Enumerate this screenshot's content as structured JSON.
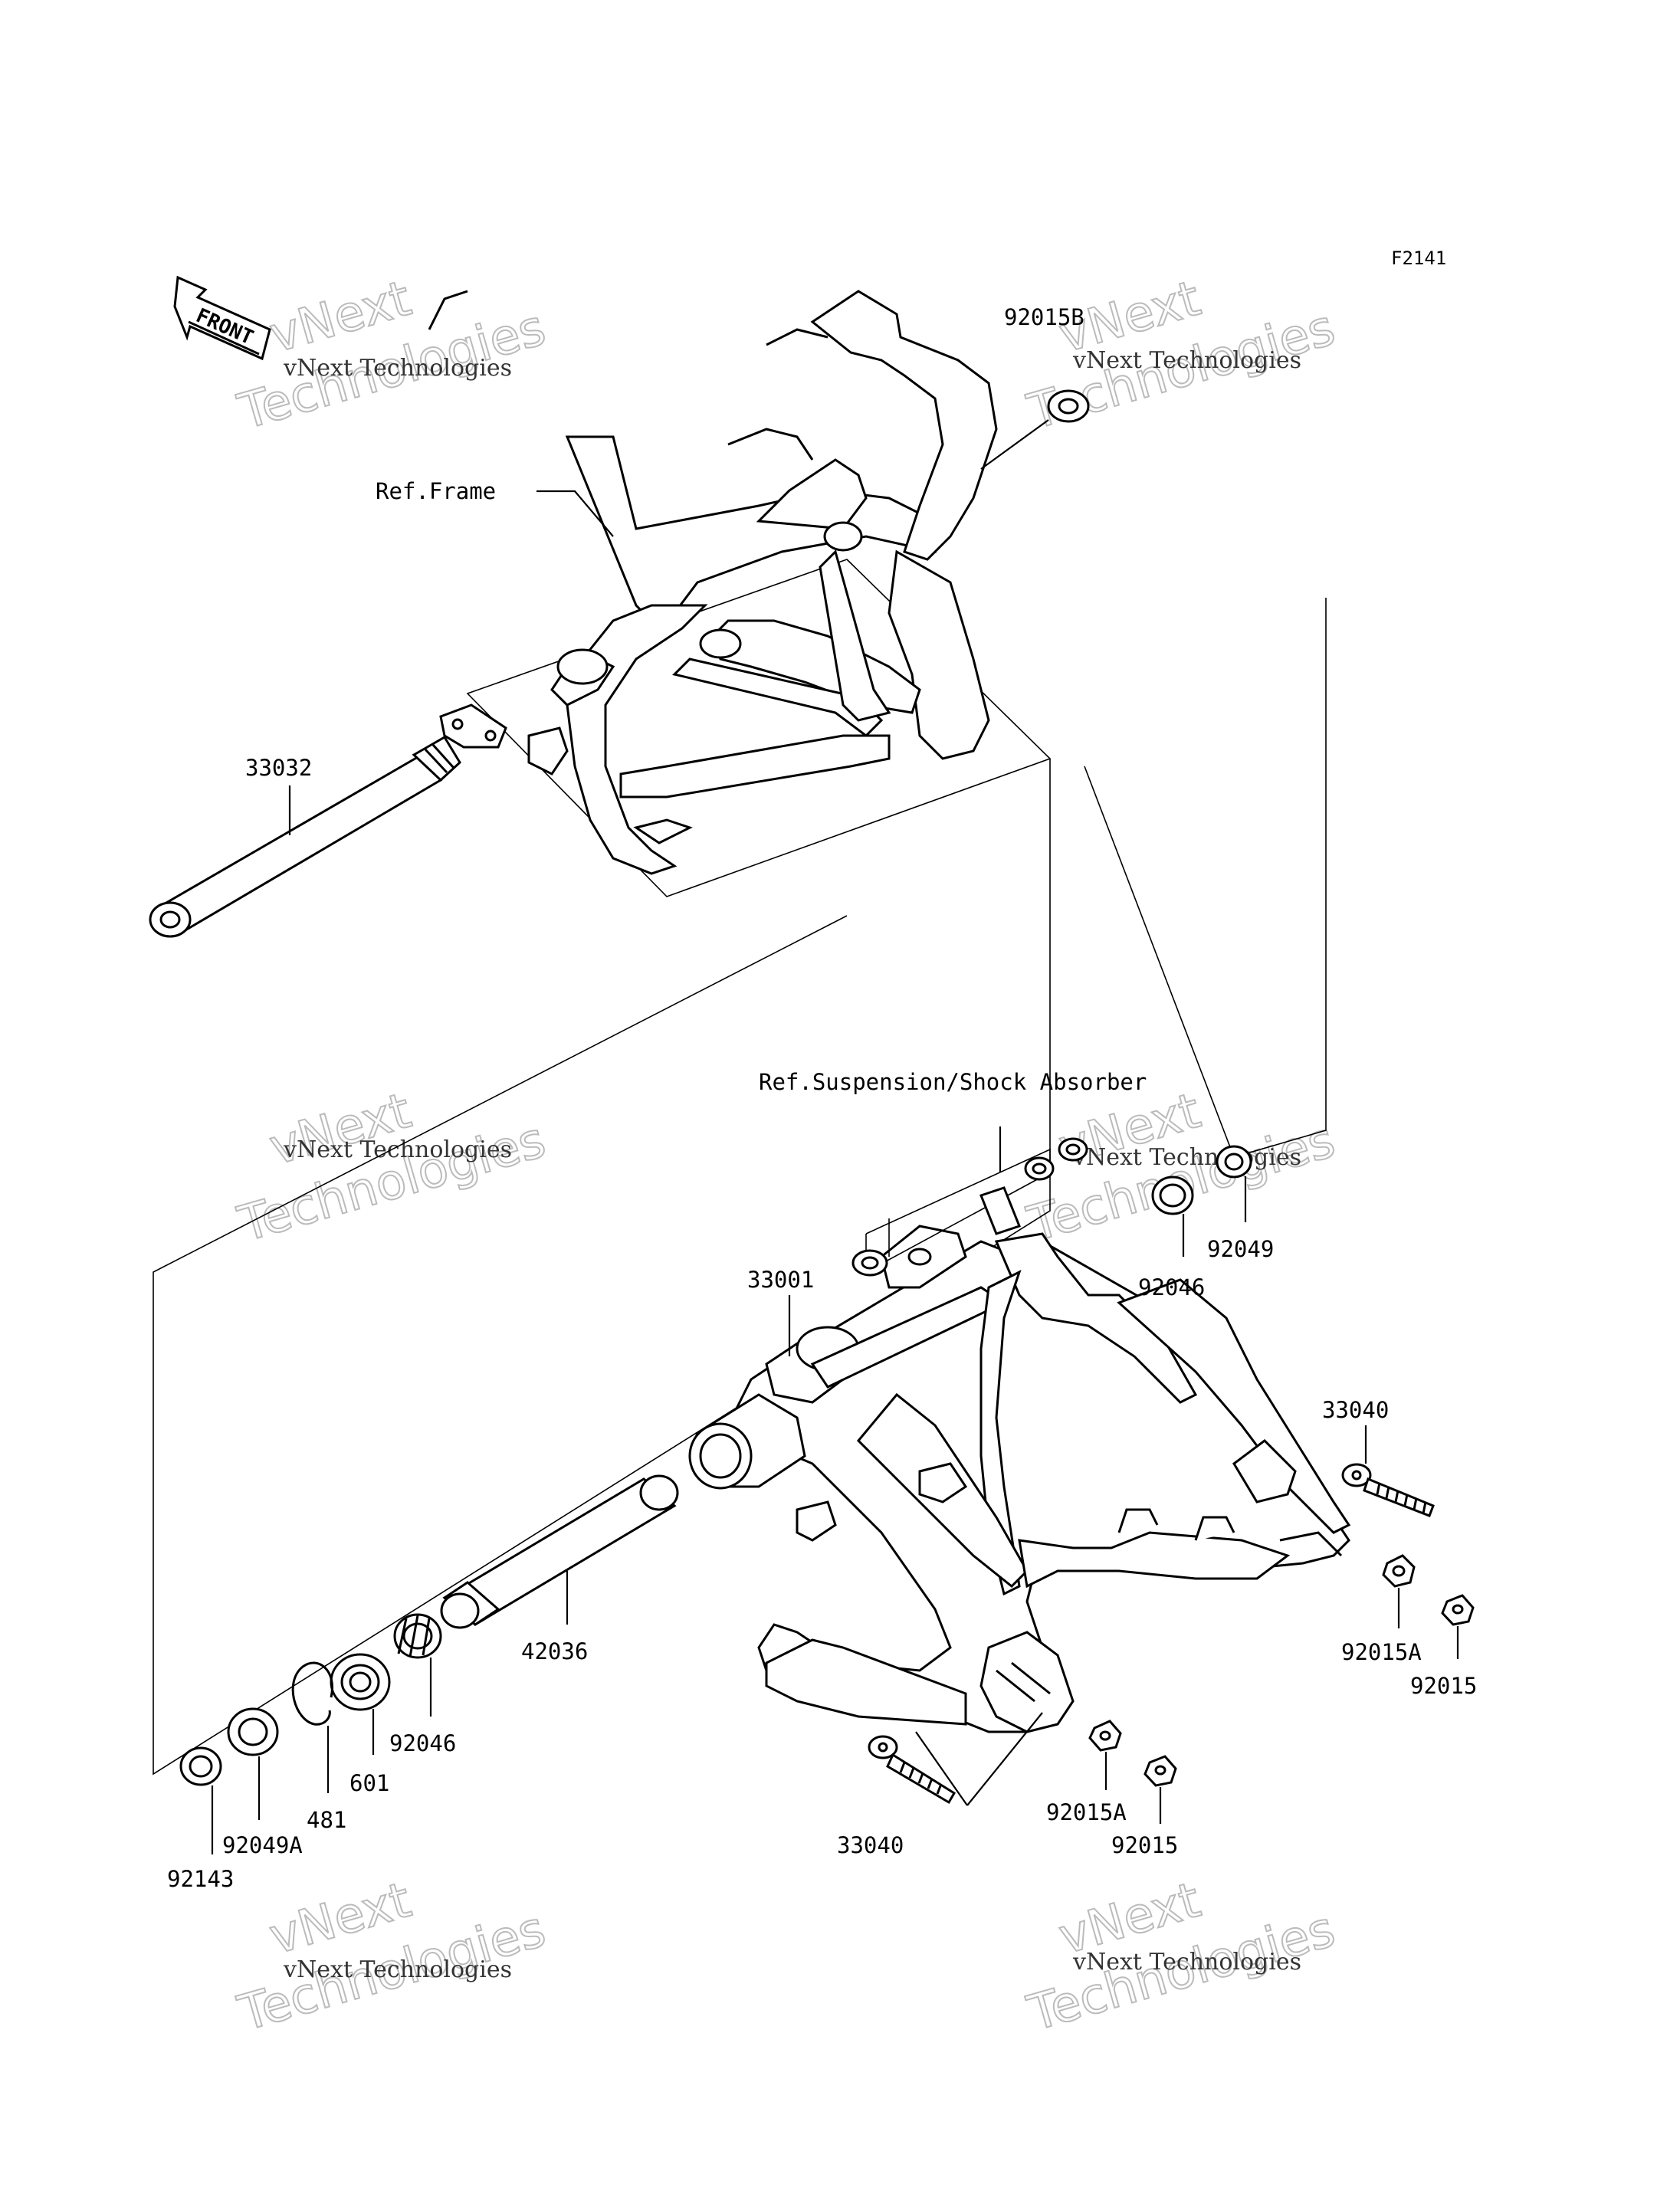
{
  "figure_code": "F2141",
  "front_label": "FRONT",
  "refs": {
    "frame": "Ref.Frame",
    "suspension": "Ref.Suspension/Shock Absorber"
  },
  "parts": {
    "p92015B": "92015B",
    "p33032": "33032",
    "p33001": "33001",
    "p92046_top": "92046",
    "p92049": "92049",
    "p33040_right": "33040",
    "p92015A_right": "92015A",
    "p92015_right": "92015",
    "p42036": "42036",
    "p92046_bottom": "92046",
    "p601": "601",
    "p481": "481",
    "p92049A": "92049A",
    "p92143": "92143",
    "p33040_bottom": "33040",
    "p92015A_bottom": "92015A",
    "p92015_bottom": "92015"
  },
  "watermark": {
    "line1": "vNext Technologies",
    "line2": "vNext",
    "line3": "Technologies"
  }
}
